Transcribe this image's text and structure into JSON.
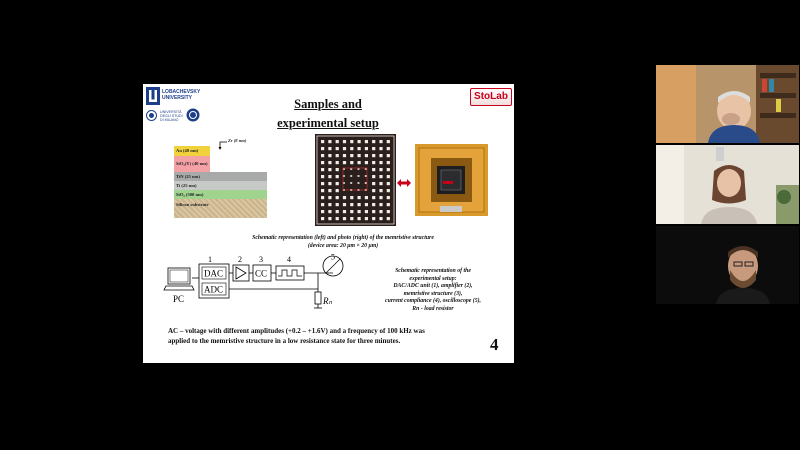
{
  "slide": {
    "university_name_1": "LOBACHEVSKY",
    "university_name_2": "UNIVERSITY",
    "university2_line1": "UNIVERSITÀ",
    "university2_line2": "DEGLI STUDI",
    "university2_line3": "DI MILANO",
    "brand_logo": "StoLab",
    "title_line1": "Samples and",
    "title_line2": "experimental setup",
    "layers": {
      "zr": "Zr (8 nm)",
      "au": "Au (40 nm)",
      "sio2y": "SiO₂(Y) (40 nm)",
      "tin": "TiN (25 nm)",
      "ti": "Ti (25 nm)",
      "sio2": "SiO₂ (500 nm)",
      "si": "Silicon substrate"
    },
    "caption1_line1": "Schematic representation (left) and photo (right) of the memristive structure",
    "caption1_line2": "(device area: 20 μm × 20 μm)",
    "circuit": {
      "n1": "1",
      "n2": "2",
      "n3": "3",
      "n4": "4",
      "n5": "5",
      "dac": "DAC",
      "adc": "ADC",
      "cc": "CC",
      "pc": "PC",
      "rn": "Rₙ"
    },
    "caption2": [
      "Schematic representation of the",
      "experimental setup:",
      "DAC/ADC unit (1), amplifier (2),",
      "memristive structure (3),",
      "current compliance (4), oscilloscope (5),",
      "Rn - load resistor"
    ],
    "paragraph_line1": "AC – voltage with different amplitudes (+0.2 – +1.6V) and a frequency of 100 kHz was",
    "paragraph_line2": "applied to the memristive structure in a low resistance state for three minutes.",
    "page_number": "4"
  },
  "colors": {
    "gold": "#e3a23a",
    "brand_red": "#c9001a",
    "navy": "#1d3f8a"
  }
}
